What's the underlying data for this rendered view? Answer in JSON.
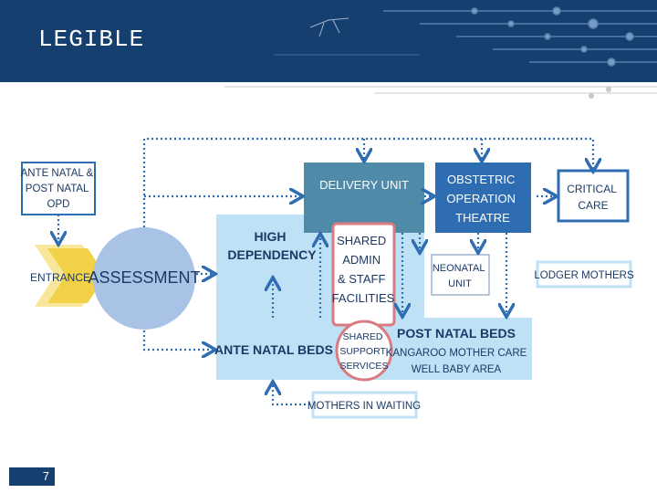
{
  "slide_title": "LEGIBLE",
  "page_number": "7",
  "colors": {
    "header": "#143f6e",
    "delivery_unit": "#4f8ba8",
    "theatre": "#2f6db3",
    "light_zone": "#bfe1f5",
    "shared_outline": "#d97b80",
    "assessment": "#a8c3e6",
    "entrance_arrow": "#f2d147",
    "dotted_arrow": "#2f6db3"
  },
  "nodes": {
    "ante_natal_opd": [
      "ANTE NATAL &",
      "POST NATAL",
      "OPD"
    ],
    "entrance": "ENTRANCE",
    "assessment": "ASSESSMENT",
    "high_dependency": [
      "HIGH",
      "DEPENDENCY"
    ],
    "delivery_unit": "DELIVERY UNIT",
    "obstetric_theatre": [
      "OBSTETRIC",
      "OPERATION",
      "THEATRE"
    ],
    "critical_care": [
      "CRITICAL",
      "CARE"
    ],
    "shared_admin": [
      "SHARED",
      "ADMIN",
      "& STAFF",
      "FACILITIES"
    ],
    "neonatal_unit": [
      "NEONATAL",
      "UNIT"
    ],
    "lodger_mothers": "LODGER MOTHERS",
    "ante_natal_beds": "ANTE NATAL BEDS",
    "shared_support": [
      "SHARED",
      "SUPPORT",
      "SERVICES"
    ],
    "post_natal_beds": "POST NATAL BEDS",
    "kangaroo_care": "KANGAROO MOTHER CARE",
    "well_baby": "WELL BABY AREA",
    "mothers_waiting": "MOTHERS IN WAITING"
  }
}
